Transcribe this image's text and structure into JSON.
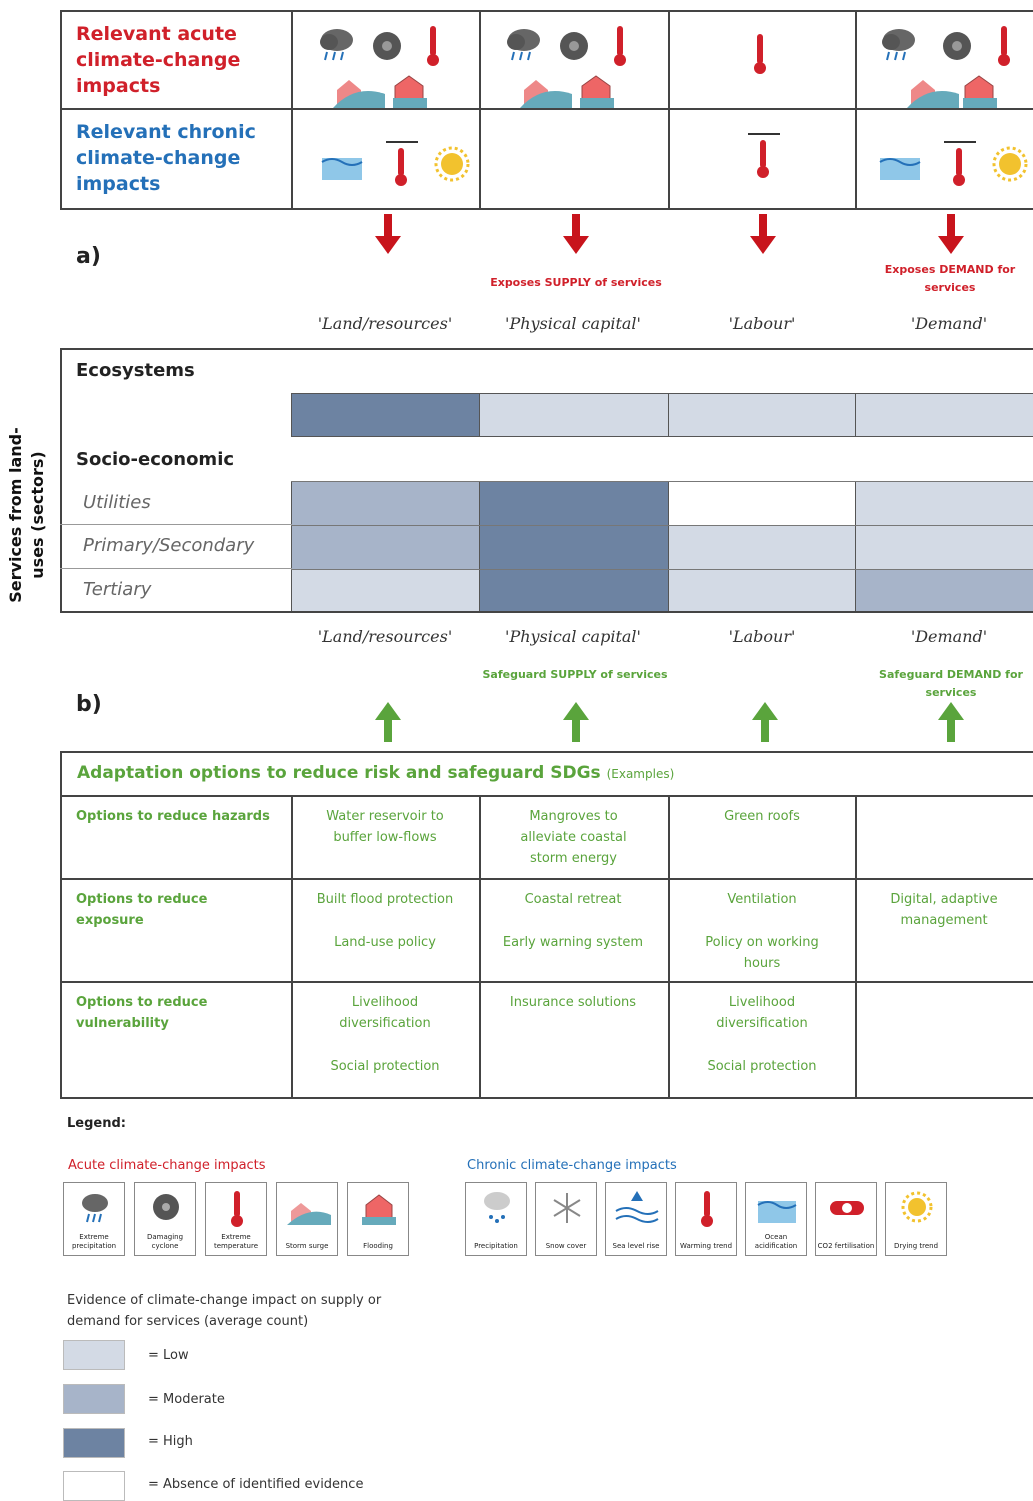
{
  "top": {
    "acute_label": "Relevant acute climate-change impacts",
    "chronic_label": "Relevant chronic climate-change impacts"
  },
  "panel_a": {
    "letter": "a)",
    "note_supply": "Exposes SUPPLY of services",
    "note_demand": "Exposes DEMAND for services"
  },
  "columns": [
    "'Land/resources'",
    "'Physical capital'",
    "'Labour'",
    "'Demand'"
  ],
  "side_label": "Services from land-uses (sectors)",
  "sectors": {
    "ecosystems": "Ecosystems",
    "socio_economic": "Socio-economic",
    "utilities": "Utilities",
    "primary": "Primary/Secondary",
    "tertiary": "Tertiary"
  },
  "evidence_matrix": {
    "levels": [
      "Absence",
      "Low",
      "Moderate",
      "High"
    ],
    "rows": [
      {
        "sector": "Ecosystems",
        "values": [
          "High",
          "Low",
          "Low",
          "Low"
        ]
      },
      {
        "sector": "Utilities",
        "values": [
          "Moderate",
          "High",
          "Absence",
          "Low"
        ]
      },
      {
        "sector": "Primary/Secondary",
        "values": [
          "Moderate",
          "High",
          "Low",
          "Low"
        ]
      },
      {
        "sector": "Tertiary",
        "values": [
          "Low",
          "High",
          "Low",
          "Moderate"
        ]
      }
    ]
  },
  "panel_b": {
    "letter": "b)",
    "note_supply": "Safeguard SUPPLY of services",
    "note_demand": "Safeguard DEMAND for services"
  },
  "adaptation": {
    "title": "Adaptation options to reduce risk and safeguard SDGs",
    "title_suffix": "(Examples)",
    "rows": [
      {
        "label": "Options to reduce hazards",
        "cells": [
          "Water reservoir to buffer low-flows",
          "Mangroves to alleviate coastal storm energy",
          "Green roofs",
          ""
        ]
      },
      {
        "label": "Options to reduce exposure",
        "cells": [
          "Built flood protection",
          "Coastal retreat",
          "Ventilation",
          "Digital, adaptive management"
        ],
        "cells2": [
          "Land-use policy",
          "Early warning system",
          "Policy on working hours",
          ""
        ]
      },
      {
        "label": "Options to reduce vulnerability",
        "cells": [
          "Livelihood diversification",
          "Insurance solutions",
          "Livelihood diversification",
          ""
        ],
        "cells2": [
          "Social protection",
          "",
          "Social protection",
          ""
        ]
      }
    ]
  },
  "legend": {
    "title": "Legend:",
    "acute_title": "Acute climate-change impacts",
    "chronic_title": "Chronic climate-change impacts",
    "acute_items": [
      "Extreme precipitation",
      "Damaging cyclone",
      "Extreme temperature",
      "Storm surge",
      "Flooding"
    ],
    "chronic_items": [
      "Precipitation",
      "Snow cover",
      "Sea level rise",
      "Warming trend",
      "Ocean acidification",
      "CO2 fertilisation",
      "Drying trend"
    ],
    "evidence_title": "Evidence of climate-change impact on supply or demand for services (average count)",
    "levels": [
      {
        "name": "= Low",
        "color": "#d3dae5"
      },
      {
        "name": "= Moderate",
        "color": "#a7b4c9"
      },
      {
        "name": "= High",
        "color": "#6d83a2"
      },
      {
        "name": "= Absence of identified evidence",
        "color": "#ffffff"
      }
    ]
  },
  "colors": {
    "low": "#d3dae5",
    "moderate": "#a7b4c9",
    "high": "#6d83a2",
    "absence": "#ffffff",
    "acute_red": "#d0202a",
    "chronic_blue": "#2470b8",
    "arrow_red": "#c8141c",
    "arrow_green": "#5aa43c"
  }
}
